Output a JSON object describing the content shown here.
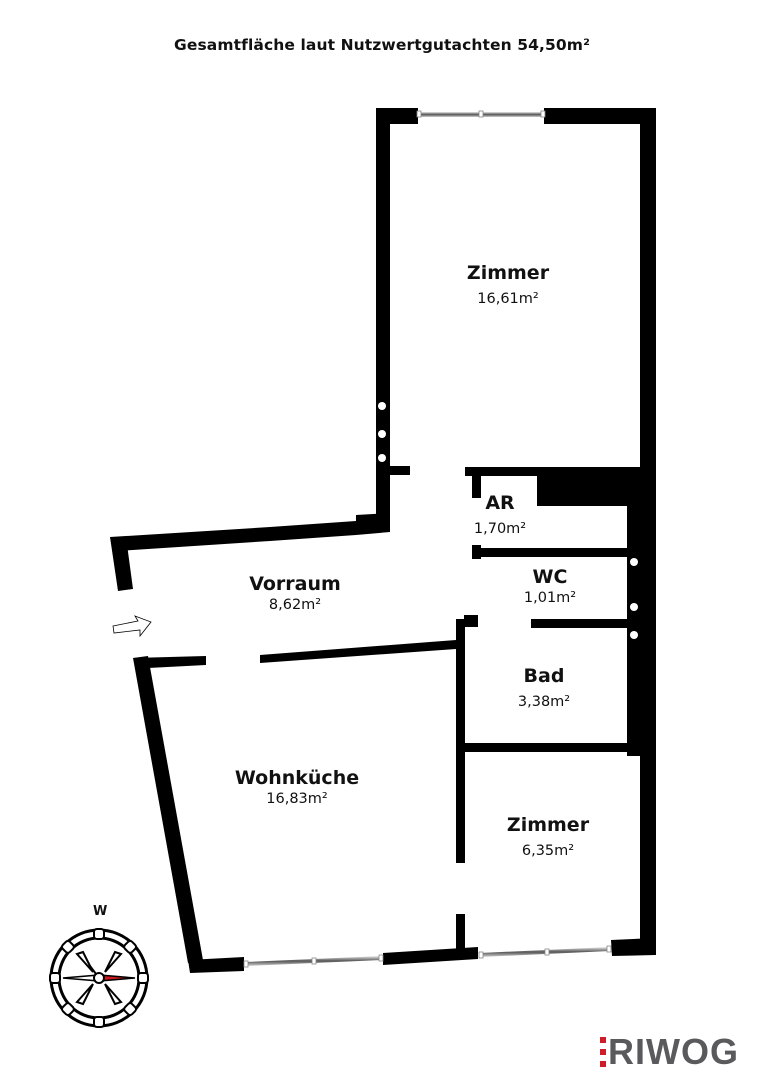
{
  "header": {
    "title": "Gesamtfläche laut Nutzwertgutachten 54,50m²"
  },
  "rooms": [
    {
      "name": "Zimmer",
      "area": "16,61m²"
    },
    {
      "name": "AR",
      "area": "1,70m²"
    },
    {
      "name": "Vorraum",
      "area": "8,62m²"
    },
    {
      "name": "WC",
      "area": "1,01m²"
    },
    {
      "name": "Bad",
      "area": "3,38m²"
    },
    {
      "name": "Wohnküche",
      "area": "16,83m²"
    },
    {
      "name": "Zimmer",
      "area": "6,35m²"
    }
  ],
  "compass": {
    "label": "W",
    "needle_color": "#d0161f"
  },
  "entrance": {
    "icon": "arrow-right-icon"
  },
  "logo": {
    "text": "RIWOG",
    "mark_color": "#d01c2a",
    "text_color": "#5a5a5c"
  },
  "colors": {
    "wall": "#000000",
    "background": "#ffffff"
  }
}
